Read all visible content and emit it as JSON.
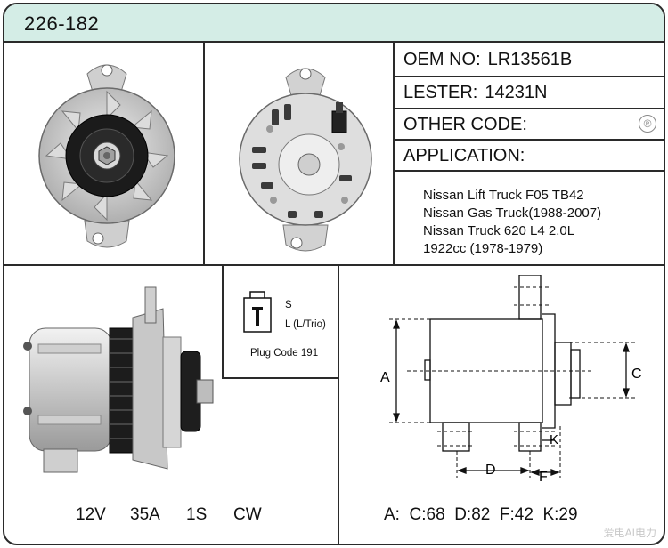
{
  "header": {
    "part_number": "226-182"
  },
  "info": {
    "oem_label": "OEM NO:",
    "oem_value": "LR13561B",
    "lester_label": "LESTER:",
    "lester_value": "14231N",
    "other_label": "OTHER CODE:",
    "application_label": "APPLICATION:",
    "registered_mark": "®"
  },
  "applications": [
    "Nissan Lift Truck F05 TB42",
    "Nissan Gas Truck(1988-2007)",
    "Nissan Truck 620 L4 2.0L",
    "1922cc  (1978-1979)"
  ],
  "plug": {
    "s_label": "S",
    "l_label": "L (L/Trio)",
    "caption": "Plug Code 191"
  },
  "specs": {
    "voltage": "12V",
    "amperage": "35A",
    "regulator": "1S",
    "rotation": "CW"
  },
  "dimensions": {
    "a_label": "A",
    "c_label": "C",
    "d_label": "D",
    "f_label": "F",
    "k_label": "K",
    "summary": "A:  C:68  D:82  F:42  K:29"
  },
  "watermark": "爱电AI电力"
}
